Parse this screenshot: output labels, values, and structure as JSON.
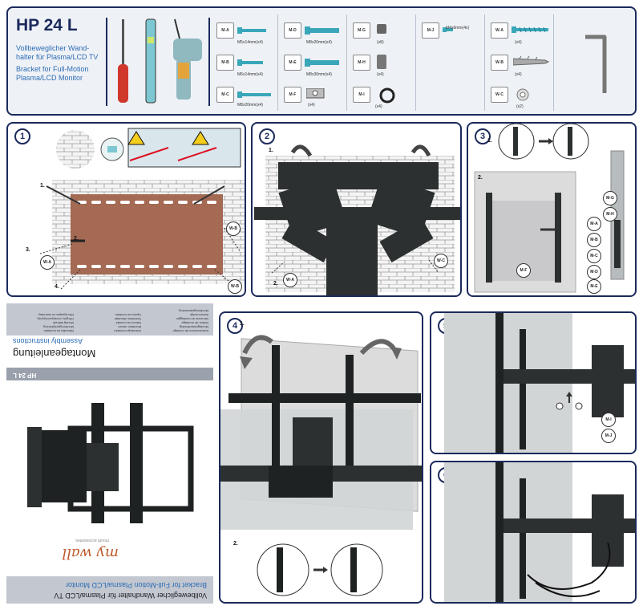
{
  "header": {
    "model": "HP 24 L",
    "desc_de_1": "Vollbeweglicher Wand-",
    "desc_de_2": "halter für Plasma/LCD TV",
    "desc_en_1": "Bracket for Full-Motion",
    "desc_en_2": "Plasma/LCD Monitor"
  },
  "parts": {
    "col1": [
      {
        "code": "M-A",
        "label": "M5x14mm(x4)"
      },
      {
        "code": "M-B",
        "label": "M6x14mm(x4)"
      },
      {
        "code": "M-C",
        "label": "M8x20mm(x4)"
      }
    ],
    "col2": [
      {
        "code": "M-D",
        "label": "M8x20mm(x4)"
      },
      {
        "code": "M-E",
        "label": "M8x30mm(x4)"
      },
      {
        "code": "M-F",
        "label": "(x4)"
      }
    ],
    "col3": [
      {
        "code": "M-G",
        "label": "(x8)"
      },
      {
        "code": "M-H",
        "label": "(x4)"
      },
      {
        "code": "M-I",
        "label": "(x4)"
      }
    ],
    "col4": [
      {
        "code": "M-J",
        "label": "M4x6mm(4x)"
      }
    ],
    "col5": [
      {
        "code": "W-A",
        "label": "(x4)"
      },
      {
        "code": "W-B",
        "label": "(x4)"
      },
      {
        "code": "W-C",
        "label": "(x2)"
      }
    ]
  },
  "steps": {
    "s1": "1",
    "s2": "2",
    "s3": "3",
    "s4": "4",
    "s5": "5",
    "s6": "6"
  },
  "step_labels": {
    "one": "1.",
    "two": "2.",
    "three": "3.",
    "four": "4."
  },
  "callouts": {
    "wa": "W-A",
    "wb": "W-B",
    "wc": "W-C",
    "ma": "M-A",
    "mb": "M-B",
    "mc": "M-C",
    "md": "M-D",
    "me": "M-E",
    "mf": "M-F",
    "mg": "M-G",
    "mh": "M-H",
    "mi": "M-I",
    "mj": "M-J"
  },
  "cover": {
    "title": "Montageanleitung",
    "subtitle": "Assembly instructions",
    "model_tag": "HP 24 L",
    "brand": "my wall",
    "brand_sub": "mount accessories",
    "bottom_de": "Vollbeweglicher Wandhalter für Plasma/LCD TV",
    "bottom_en": "Bracket for Full-Motion Plasma/LCD Monitor",
    "languages": [
      "Instrucciones de montaje",
      "Montagehandleiding",
      "Notice de montage",
      "Istruzioni di montaggio",
      "Asennusohje",
      "Monteringsanvisning",
      "Instrukcja montażu",
      "Montážní návod",
      "Návod na montáž",
      "Szerelési útmutató",
      "Uputa za montažu",
      "Navodila za montažo",
      "Monteringsvejledning",
      "Montaj talimatı",
      "Οδηγίες συναρμολόγησης",
      "Инструкция по монтажу"
    ]
  },
  "colors": {
    "frame": "#1b2a5c",
    "accent": "#2e6db4",
    "wall": "#a46a54"
  }
}
